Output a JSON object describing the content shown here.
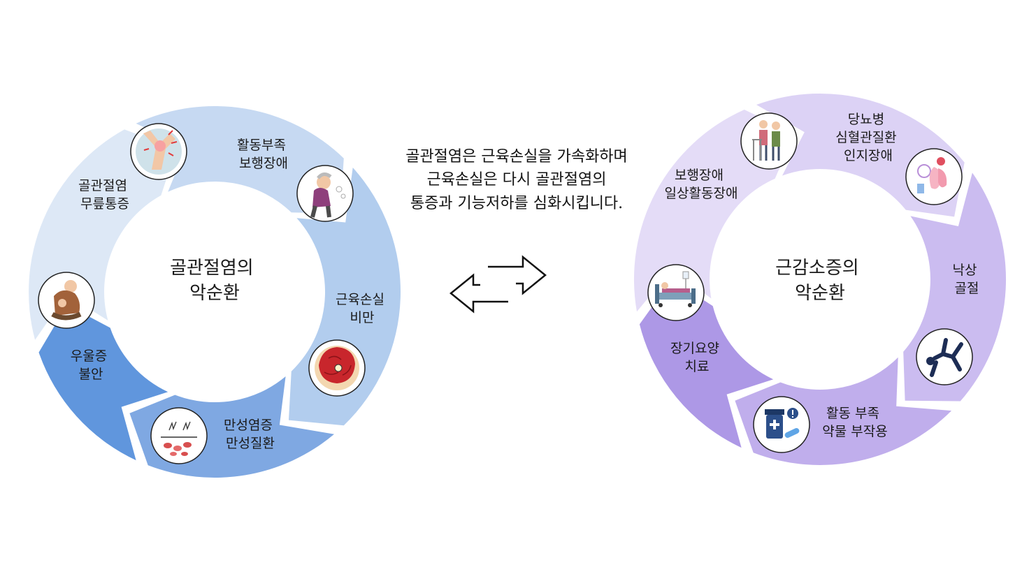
{
  "middle_text": {
    "lines": [
      "골관절염은 근육손실을 가속화하며",
      "근육손실은 다시 골관절염의",
      "통증과 기능저하를 심화시킵니다."
    ]
  },
  "cycles": [
    {
      "id": "oa",
      "title": [
        "골관절염의",
        "악순환"
      ],
      "segments": [
        {
          "lines": [
            "골관절염",
            "무릎통증"
          ],
          "color": "#dde8f6",
          "icon": "knee-joint-pain-icon"
        },
        {
          "lines": [
            "활동부족",
            "보행장애"
          ],
          "color": "#c6d9f2",
          "icon": "elderly-walking-difficulty-icon"
        },
        {
          "lines": [
            "근육손실",
            "비만"
          ],
          "color": "#b2cdee",
          "icon": "muscle-cross-section-icon"
        },
        {
          "lines": [
            "만성염증",
            "만성질환"
          ],
          "color": "#7fa8e2",
          "icon": "inflamed-blood-cells-icon"
        },
        {
          "lines": [
            "우울증",
            "불안"
          ],
          "color": "#6096dd",
          "icon": "depressed-elderly-man-icon"
        }
      ]
    },
    {
      "id": "sarcopenia",
      "title": [
        "근감소증의",
        "악순환"
      ],
      "segments": [
        {
          "lines": [
            "보행장애",
            "일상활동장애"
          ],
          "color": "#e4dcf7",
          "icon": "elderly-with-walker-icon"
        },
        {
          "lines": [
            "당뇨병",
            "심혈관질환",
            "인지장애"
          ],
          "color": "#dcd2f5",
          "icon": "chronic-disease-organs-icon"
        },
        {
          "lines": [
            "낙상",
            "골절"
          ],
          "color": "#cbbcf0",
          "icon": "falling-person-icon"
        },
        {
          "lines": [
            "활동 부족",
            "약물 부작용"
          ],
          "color": "#c0aeec",
          "icon": "medicine-bottle-pills-icon"
        },
        {
          "lines": [
            "장기요양",
            "치료"
          ],
          "color": "#ad98e6",
          "icon": "hospital-bed-patient-icon"
        }
      ]
    }
  ]
}
